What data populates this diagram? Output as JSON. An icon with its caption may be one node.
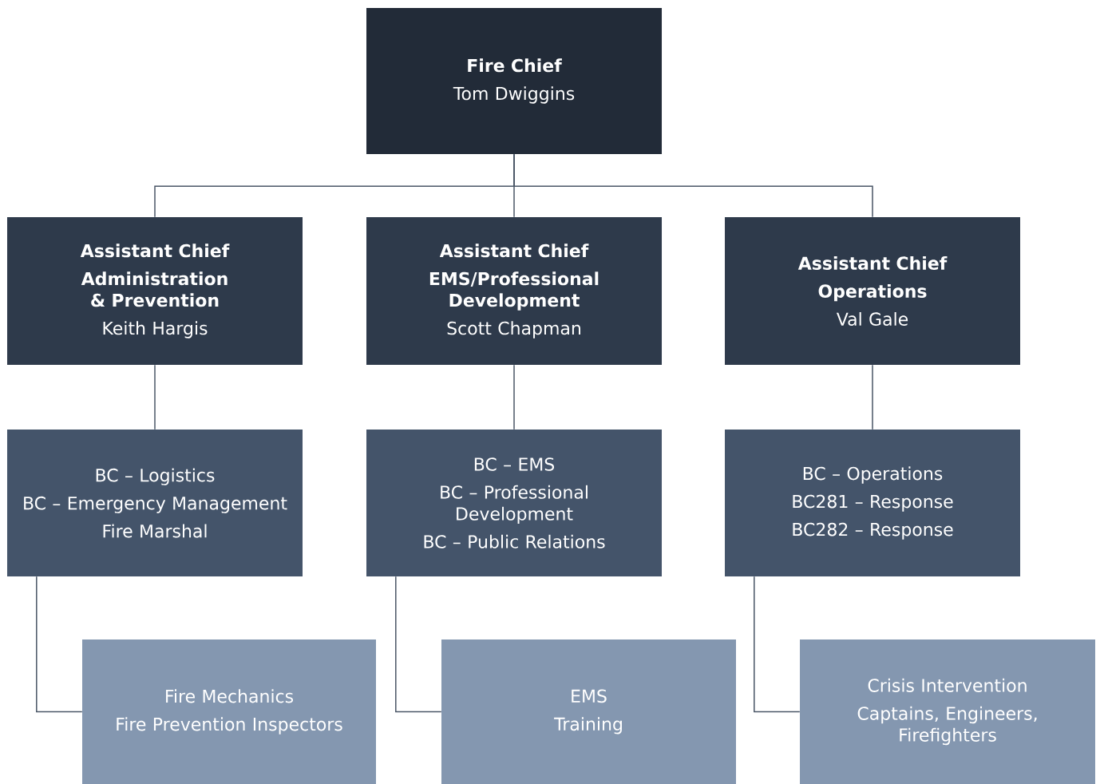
{
  "diagram": {
    "nodes": [
      {
        "text": [
          "Fire Chief",
          "Tom Dwiggins"
        ]
      },
      {
        "text": [
          "Assistant Chief",
          "Administration & Prevention",
          "Keith Hargis"
        ]
      },
      {
        "text": [
          "Assistant Chief",
          "EMS/Professional Development",
          "Scott Chapman"
        ]
      },
      {
        "text": [
          "Assistant Chief",
          "Operations",
          "Val Gale"
        ]
      },
      {
        "text": [
          "BC – Logistics",
          "BC – Emergency Management",
          "Fire Marshal"
        ]
      },
      {
        "text": [
          "BC – EMS",
          "BC – Professional Development",
          "BC – Public Relations"
        ]
      },
      {
        "text": [
          "BC – Operations",
          "BC281 – Response",
          "BC282 – Response"
        ]
      },
      {
        "text": [
          "Fire Mechanics",
          "Fire Prevention Inspectors"
        ]
      },
      {
        "text": [
          "EMS",
          "Training"
        ]
      },
      {
        "text": [
          "Crisis Intervention",
          "Captains, Engineers, Firefighters"
        ]
      }
    ],
    "edges": [
      {
        "from": 0,
        "to": 1,
        "arrow": "none"
      },
      {
        "from": 0,
        "to": 2,
        "arrow": "none"
      },
      {
        "from": 0,
        "to": 3,
        "arrow": "none"
      },
      {
        "from": 1,
        "to": 4,
        "arrow": "none"
      },
      {
        "from": 2,
        "to": 5,
        "arrow": "none"
      },
      {
        "from": 3,
        "to": 6,
        "arrow": "none"
      },
      {
        "from": 4,
        "to": 7,
        "arrow": "none"
      },
      {
        "from": 5,
        "to": 8,
        "arrow": "none"
      },
      {
        "from": 6,
        "to": 9,
        "arrow": "none"
      }
    ]
  }
}
